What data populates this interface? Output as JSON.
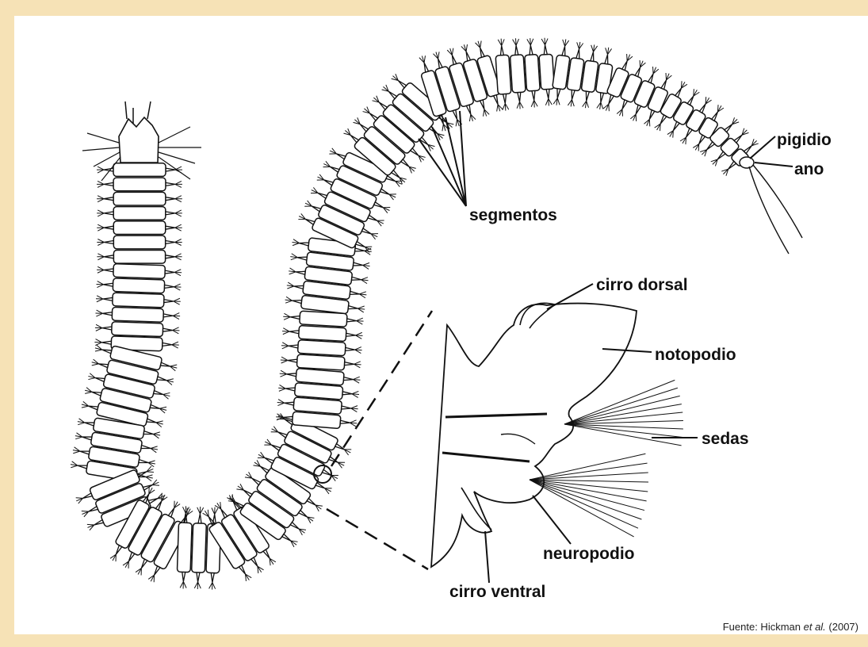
{
  "labels": {
    "segmentos": "segmentos",
    "pigidio": "pigidio",
    "ano": "ano",
    "cirro_dorsal": "cirro dorsal",
    "notopodio": "notopodio",
    "sedas": "sedas",
    "neuropodio": "neuropodio",
    "cirro_ventral": "cirro ventral"
  },
  "credit": {
    "prefix": "Fuente: Hickman ",
    "italic": "et al.",
    "suffix": " (2007)"
  },
  "colors": {
    "border": "#f6e2b6",
    "background": "#ffffff",
    "ink": "#111111"
  }
}
